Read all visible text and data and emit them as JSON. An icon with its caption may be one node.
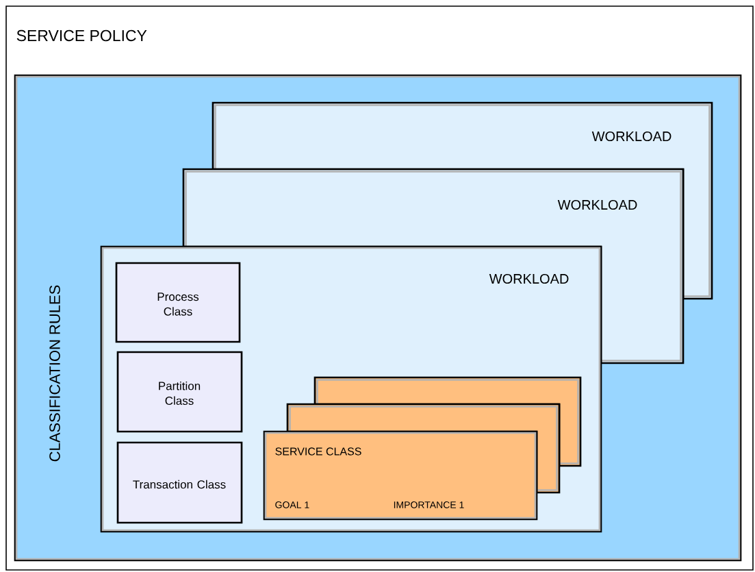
{
  "diagram": {
    "nodes": [
      {
        "text": [
          "SERVICE POLICY"
        ]
      },
      {
        "text": [
          "CLASSIFICATION RULES"
        ],
        "in": 0
      },
      {
        "text": [
          "WORKLOAD"
        ],
        "in": 1
      },
      {
        "text": [
          "WORKLOAD"
        ],
        "in": 1
      },
      {
        "text": [
          "WORKLOAD"
        ],
        "in": 1
      },
      {
        "text": [
          "Process Class"
        ],
        "in": 4
      },
      {
        "text": [
          "Partition Class"
        ],
        "in": 4
      },
      {
        "text": [
          "Transaction Class"
        ],
        "in": 4
      },
      {
        "text": [],
        "shape": "box",
        "in": 4
      },
      {
        "text": [],
        "shape": "box",
        "in": 4
      },
      {
        "text": [
          "SERVICE CLASS",
          "GOAL 1",
          "IMPORTANCE 1"
        ],
        "in": 4
      }
    ]
  }
}
